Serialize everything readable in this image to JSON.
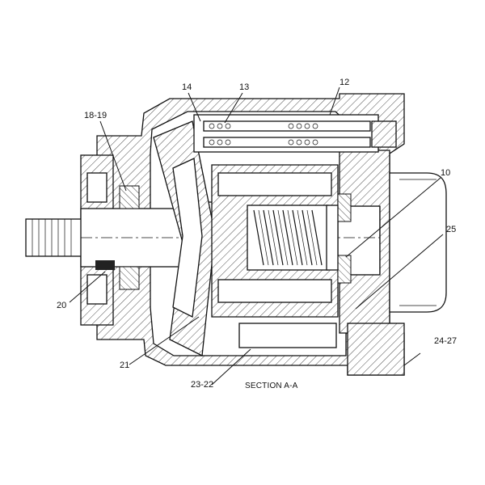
{
  "diagram": {
    "caption": "SECTION A-A",
    "callouts": {
      "c14": "14",
      "c13": "13",
      "c12": "12",
      "c18_19": "18-19",
      "c10": "10",
      "c25": "25",
      "c20": "20",
      "c21": "21",
      "c24_27": "24-27",
      "c23_22": "23-22"
    }
  }
}
